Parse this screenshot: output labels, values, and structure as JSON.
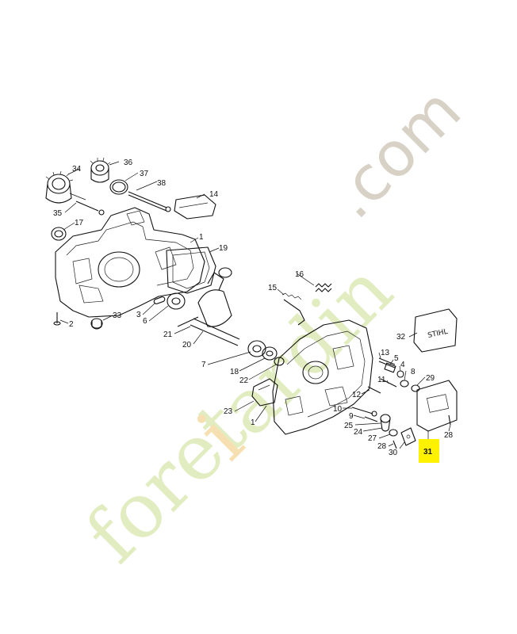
{
  "watermark": {
    "part1": "foret",
    "part2": "i",
    "part3": "ardin",
    "part4": ".com",
    "color_green": "#e1edc1",
    "color_orange": "#f6e0b2",
    "color_grey": "#d8d2c6"
  },
  "highlight": {
    "label": "31",
    "color": "#fff200"
  },
  "labels": [
    {
      "id": "34",
      "text": "34"
    },
    {
      "id": "36",
      "text": "36"
    },
    {
      "id": "37",
      "text": "37"
    },
    {
      "id": "38",
      "text": "38"
    },
    {
      "id": "14",
      "text": "14"
    },
    {
      "id": "35",
      "text": "35"
    },
    {
      "id": "17",
      "text": "17"
    },
    {
      "id": "1a",
      "text": "1"
    },
    {
      "id": "19",
      "text": "19"
    },
    {
      "id": "16",
      "text": "16"
    },
    {
      "id": "15",
      "text": "15"
    },
    {
      "id": "2",
      "text": "2"
    },
    {
      "id": "33",
      "text": "33"
    },
    {
      "id": "3",
      "text": "3"
    },
    {
      "id": "6",
      "text": "6"
    },
    {
      "id": "21",
      "text": "21"
    },
    {
      "id": "20",
      "text": "20"
    },
    {
      "id": "32",
      "text": "32"
    },
    {
      "id": "7",
      "text": "7"
    },
    {
      "id": "18",
      "text": "18"
    },
    {
      "id": "22",
      "text": "22"
    },
    {
      "id": "13",
      "text": "13"
    },
    {
      "id": "5",
      "text": "5"
    },
    {
      "id": "4",
      "text": "4"
    },
    {
      "id": "11",
      "text": "11"
    },
    {
      "id": "8",
      "text": "8"
    },
    {
      "id": "29",
      "text": "29"
    },
    {
      "id": "12",
      "text": "12"
    },
    {
      "id": "23",
      "text": "23"
    },
    {
      "id": "10",
      "text": "10"
    },
    {
      "id": "1b",
      "text": "1"
    },
    {
      "id": "9",
      "text": "9"
    },
    {
      "id": "25",
      "text": "25"
    },
    {
      "id": "24",
      "text": "24"
    },
    {
      "id": "27",
      "text": "27"
    },
    {
      "id": "28a",
      "text": "28"
    },
    {
      "id": "30",
      "text": "30"
    },
    {
      "id": "28b",
      "text": "28"
    }
  ]
}
